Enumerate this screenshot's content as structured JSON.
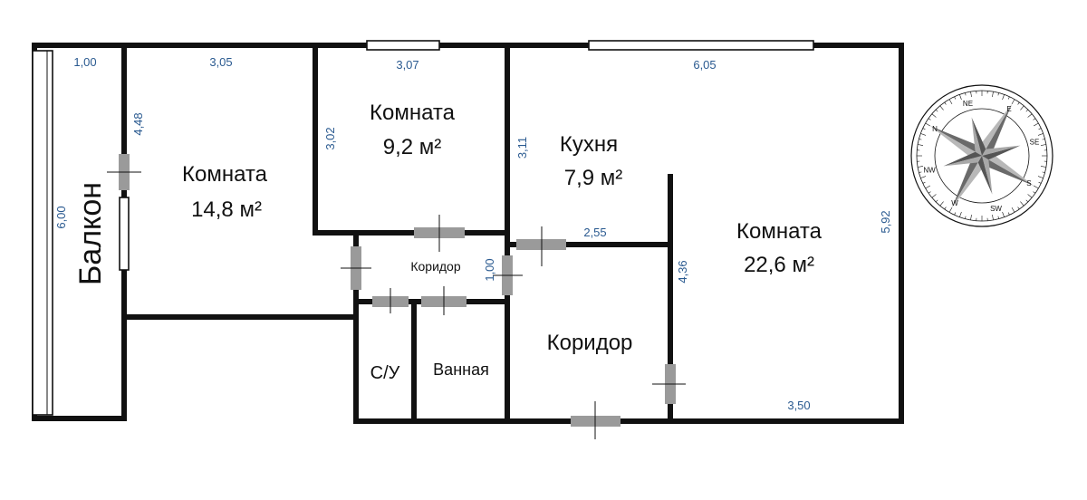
{
  "colors": {
    "wall": "#111111",
    "dimension": "#2a5a90",
    "door": "#9a9a9a",
    "background": "#ffffff"
  },
  "rooms": {
    "balcony": {
      "name": "Балкон"
    },
    "room_left": {
      "name": "Комната",
      "area": "14,8 м²"
    },
    "room_small": {
      "name": "Комната",
      "area": "9,2 м²"
    },
    "kitchen": {
      "name": "Кухня",
      "area": "7,9 м²"
    },
    "room_large": {
      "name": "Комната",
      "area": "22,6 м²"
    },
    "corridor_small": {
      "name": "Коридор"
    },
    "corridor_main": {
      "name": "Коридор"
    },
    "wc": {
      "name": "С/У"
    },
    "bathroom": {
      "name": "Ванная"
    }
  },
  "dimensions": {
    "balcony_width": "1,00",
    "balcony_length": "6,00",
    "room_left_top": "3,05",
    "room_left_side": "4,48",
    "room_small_top": "3,07",
    "room_small_side": "3,02",
    "kitchen_side": "3,11",
    "kitchen_bottom": "2,55",
    "corridor_width": "1,00",
    "corridor_main_side": "4,36",
    "room_large_top": "6,05",
    "room_large_side": "5,92",
    "room_large_bottom": "3,50"
  },
  "compass": {
    "directions": [
      "N",
      "NE",
      "E",
      "SE",
      "S",
      "SW",
      "W",
      "NW"
    ],
    "icon": "compass-rose-icon"
  }
}
